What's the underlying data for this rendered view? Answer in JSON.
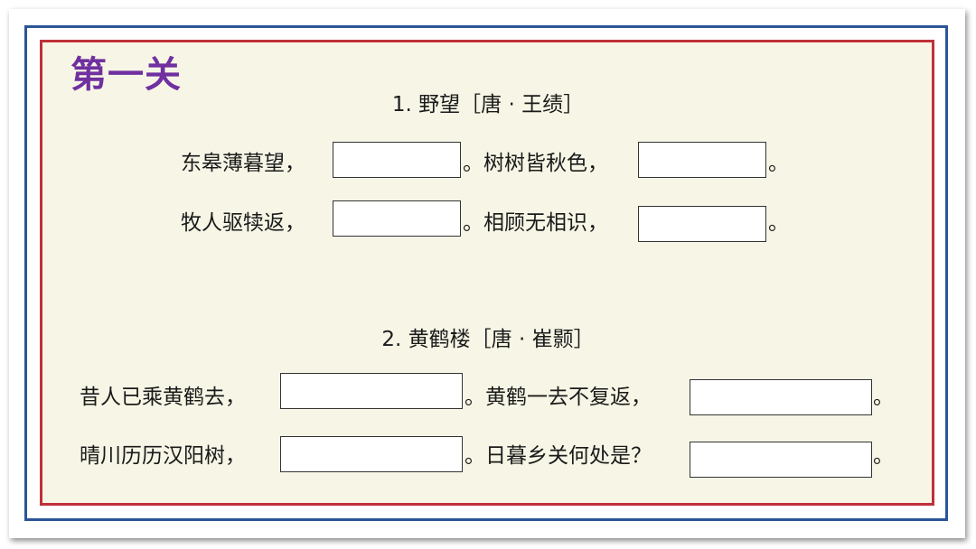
{
  "level_title": "第一关",
  "poems": [
    {
      "title": "1. 野望［唐 · 王绩］",
      "lines": [
        {
          "before": "东皋薄暮望，",
          "mid": "。树树皆秋色，",
          "end": "。"
        },
        {
          "before": "牧人驱犊返，",
          "mid": "。相顾无相识，",
          "end": "。"
        }
      ]
    },
    {
      "title": "2. 黄鹤楼［唐 · 崔颢］",
      "lines": [
        {
          "before": "昔人已乘黄鹤去，",
          "mid": "。黄鹤一去不复返，",
          "end": "。"
        },
        {
          "before": "晴川历历汉阳树，",
          "mid": "。日暮乡关何处是？",
          "end": "。"
        }
      ]
    }
  ],
  "colors": {
    "title": "#7030a0",
    "outer_border": "#2b5597",
    "inner_border": "#c0303a",
    "panel_bg": "#f7f6e6"
  }
}
